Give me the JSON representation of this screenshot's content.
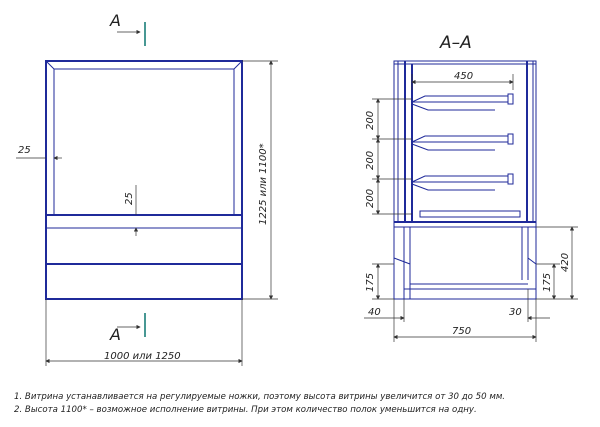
{
  "front_view": {
    "section_mark_top": "A",
    "section_mark_bottom": "A",
    "dim_side_inset": "25",
    "dim_bottom_inset": "25",
    "dim_height": "1225 или 1100*",
    "dim_width": "1000 или 1250"
  },
  "section_view": {
    "title": "А–А",
    "dim_shelf_depth": "450",
    "dim_shelf_spacing_1": "200",
    "dim_shelf_spacing_2": "200",
    "dim_shelf_spacing_3": "200",
    "dim_base_left": "175",
    "dim_base_right": "175",
    "dim_base_height": "420",
    "dim_front_offset": "40",
    "dim_rear_offset": "30",
    "dim_depth": "750"
  },
  "notes": [
    "1. Витрина устанавливается на регулируемые ножки, поэтому высота витрины увеличится от 30 до 50 мм.",
    "2. Высота 1100* – возможное исполнение витрины. При этом количество полок уменьшится на одну."
  ]
}
